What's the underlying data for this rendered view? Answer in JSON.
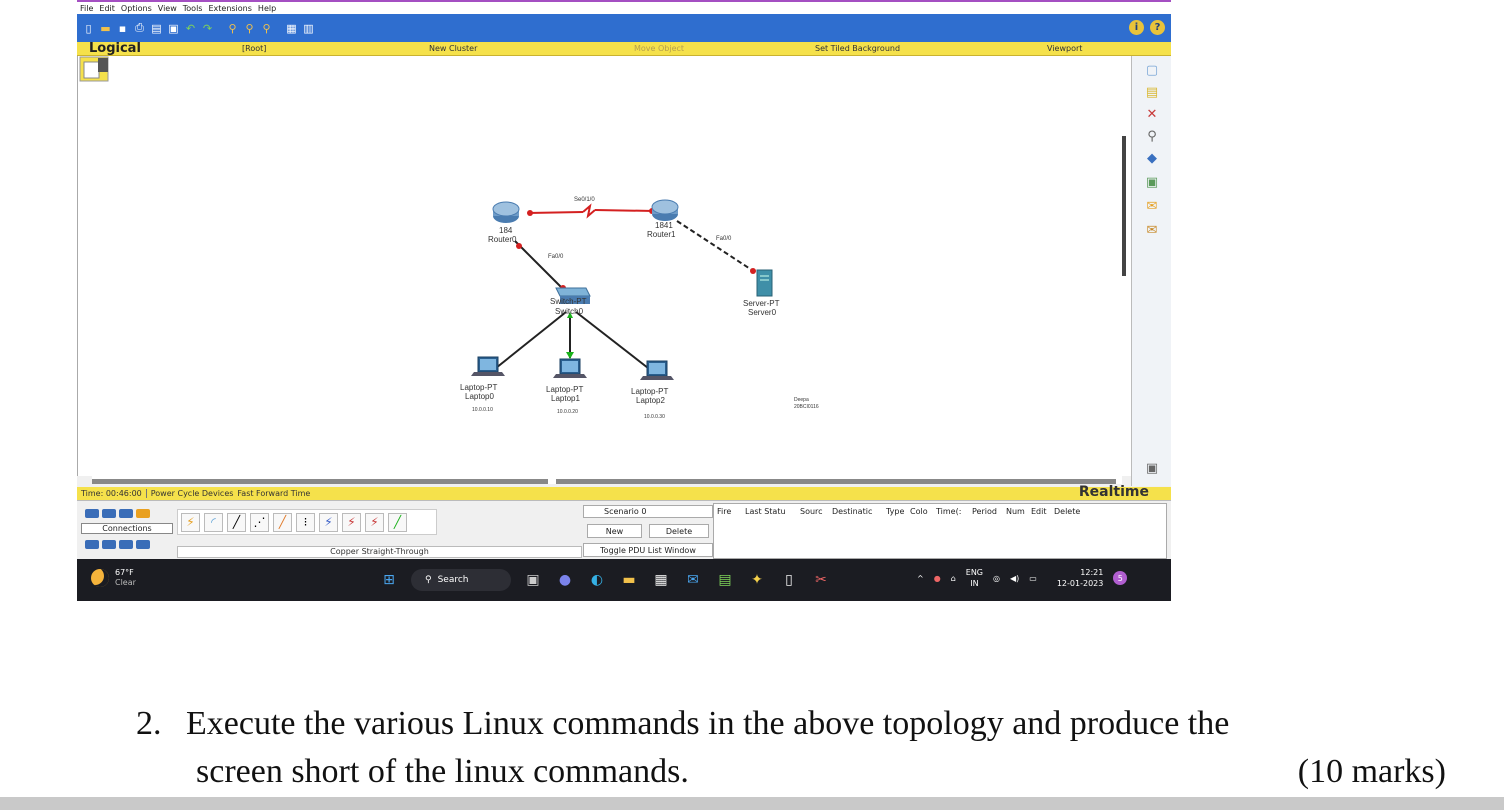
{
  "menu": [
    "File",
    "Edit",
    "Options",
    "View",
    "Tools",
    "Extensions",
    "Help"
  ],
  "toolbar_icons": [
    "new-icon",
    "open-icon",
    "save-icon",
    "print-icon",
    "activity-wizard-icon",
    "copy-icon",
    "undo-icon",
    "redo-icon",
    "zoom-in-icon",
    "zoom-reset-icon",
    "zoom-out-icon",
    "palette-icon",
    "custom-device-icon"
  ],
  "toolbar_right": {
    "info": "i",
    "help": "?"
  },
  "logical_bar": {
    "logical": "Logical",
    "root": "[Root]",
    "new_cluster": "New Cluster",
    "move_object": "Move Object",
    "set_tiled_background": "Set Tiled Background",
    "viewport": "Viewport"
  },
  "devices": [
    {
      "id": "router0",
      "type": "1841",
      "name": "Router0",
      "type_label": "184"
    },
    {
      "id": "router1",
      "type": "1841",
      "name": "Router1",
      "type_label": "1841"
    },
    {
      "id": "switch0",
      "type": "Switch-PT",
      "name": "Switch0"
    },
    {
      "id": "server0",
      "type": "Server-PT",
      "name": "Server0"
    },
    {
      "id": "laptop0",
      "type": "Laptop-PT",
      "name": "Laptop0",
      "ip": "10.0.0.10"
    },
    {
      "id": "laptop1",
      "type": "Laptop-PT",
      "name": "Laptop1",
      "ip": "10.0.0.20"
    },
    {
      "id": "laptop2",
      "type": "Laptop-PT",
      "name": "Laptop2",
      "ip": "10.0.0.30"
    }
  ],
  "link_labels": {
    "serial": "Se0/1/0",
    "r0_switch": "Fa0/0",
    "r1_server": "Fa0/0"
  },
  "note": {
    "line1": "Deepa",
    "line2": "20BCI0116"
  },
  "colors": {
    "serial_link": "#d42020",
    "ethernet_link": "#222222",
    "link_up": "#19b119",
    "link_down": "#d42020",
    "toolbar": "#2f6ecf",
    "yellow_bar": "#f5e14b"
  },
  "time_bar": {
    "time": "Time: 00:46:00",
    "power_cycle": "Power Cycle Devices",
    "fast_forward": "Fast Forward Time",
    "realtime": "Realtime"
  },
  "bottom": {
    "connections_label": "Connections",
    "cable_name": "Copper Straight-Through",
    "scenario": "Scenario 0",
    "new_btn": "New",
    "delete_btn": "Delete",
    "toggle_pdu": "Toggle PDU List Window",
    "pdu_columns": [
      "Fire",
      "Last Statu",
      "Sourc",
      "Destinatic",
      "Type",
      "Colo",
      "Time(:",
      "Period",
      "Num",
      "Edit",
      "Delete"
    ]
  },
  "taskbar": {
    "temp": "67°F",
    "condition": "Clear",
    "search": "Search",
    "lang1": "ENG",
    "lang2": "IN",
    "time": "12:21",
    "date": "12-01-2023",
    "notif": "5"
  },
  "question": {
    "number": "2.",
    "line1": "Execute the various Linux commands in the above topology and produce the",
    "line2": "screen short of the linux commands.",
    "marks": "(10 marks)"
  }
}
